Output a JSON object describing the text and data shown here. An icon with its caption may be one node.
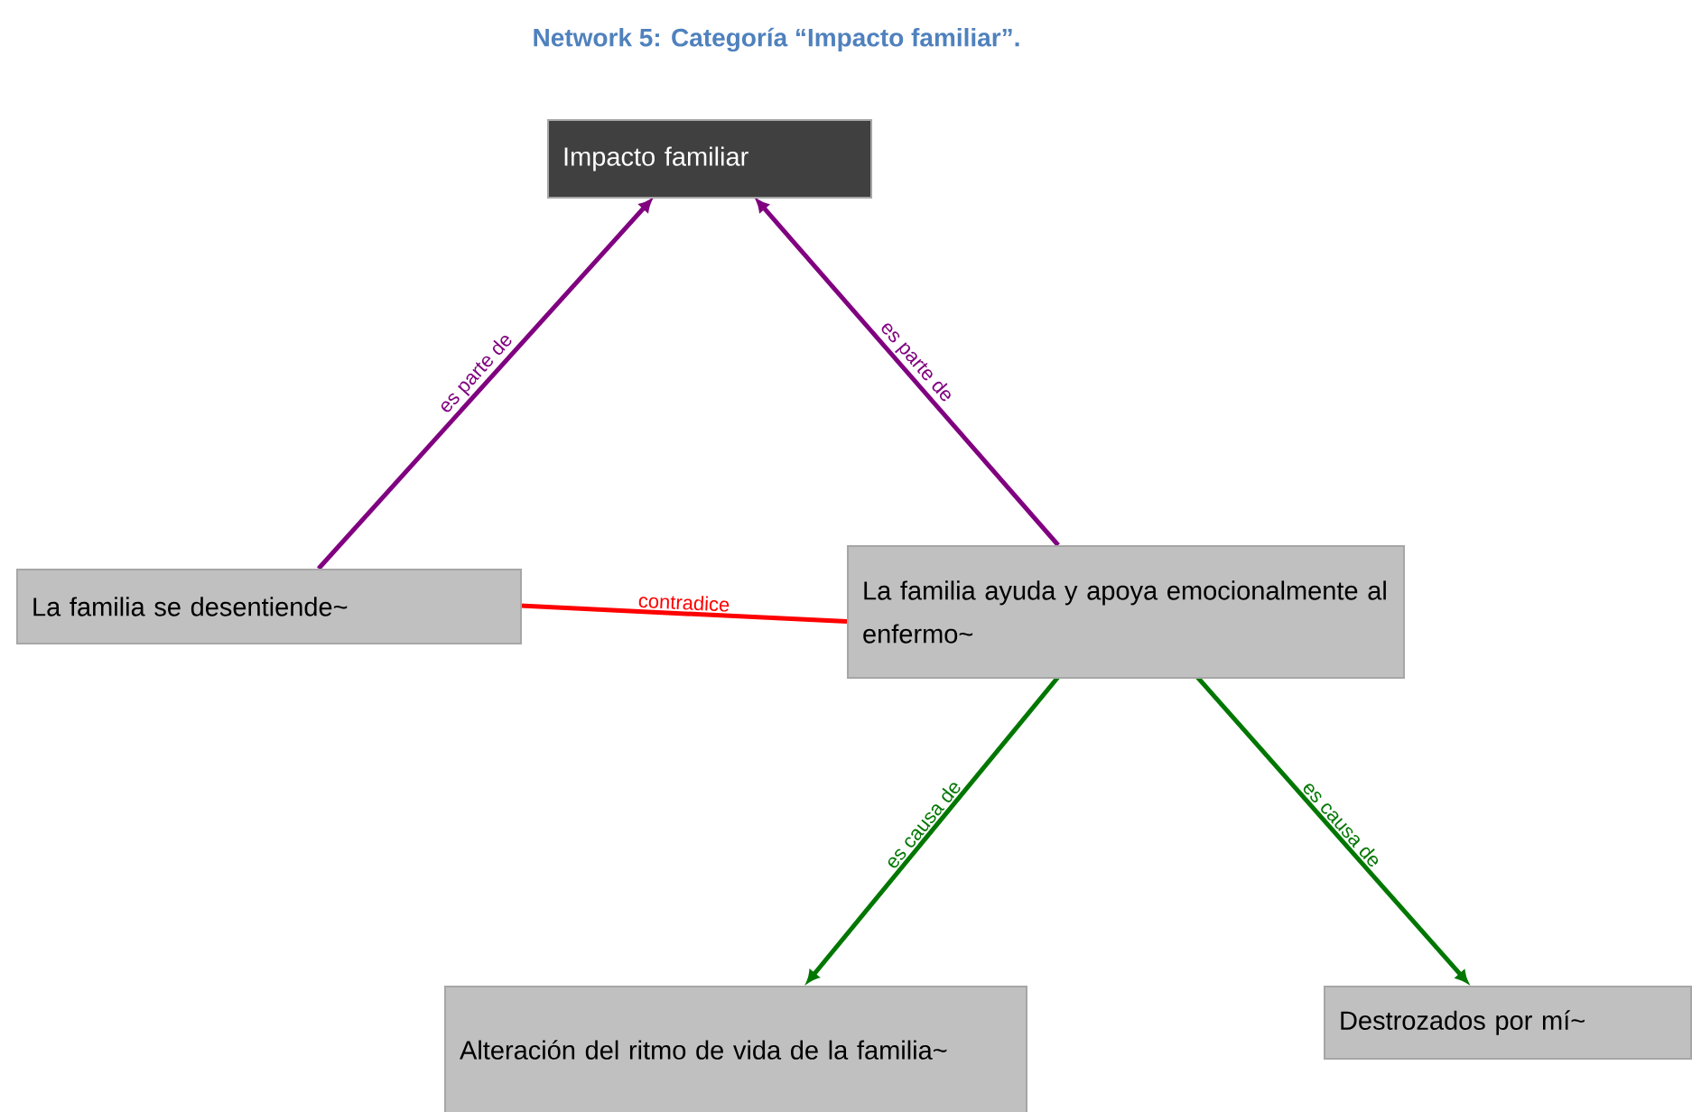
{
  "diagram": {
    "title": "Network 5: Categoría “Impacto familiar”.",
    "nodes": [
      {
        "text": [
          "Impacto familiar"
        ]
      },
      {
        "text": [
          "La familia se desentiende~"
        ]
      },
      {
        "text": [
          "La familia ayuda y apoya emocionalmente al enfermo~"
        ]
      },
      {
        "text": [
          "Alteración del ritmo de vida de la familia~"
        ]
      },
      {
        "text": [
          "Destrozados por mí~"
        ]
      }
    ],
    "edges": [
      {
        "from": 1,
        "to": 0,
        "arrow": "to",
        "label": "es parte de",
        "color": "#800080"
      },
      {
        "from": 2,
        "to": 0,
        "arrow": "to",
        "label": "es parte de",
        "color": "#800080"
      },
      {
        "from": 1,
        "to": 2,
        "arrow": "none",
        "label": "contradice",
        "color": "#ff0000"
      },
      {
        "from": 2,
        "to": 3,
        "arrow": "to",
        "label": "es causa de",
        "color": "#007700"
      },
      {
        "from": 2,
        "to": 4,
        "arrow": "to",
        "label": "es causa de",
        "color": "#007700"
      }
    ]
  }
}
